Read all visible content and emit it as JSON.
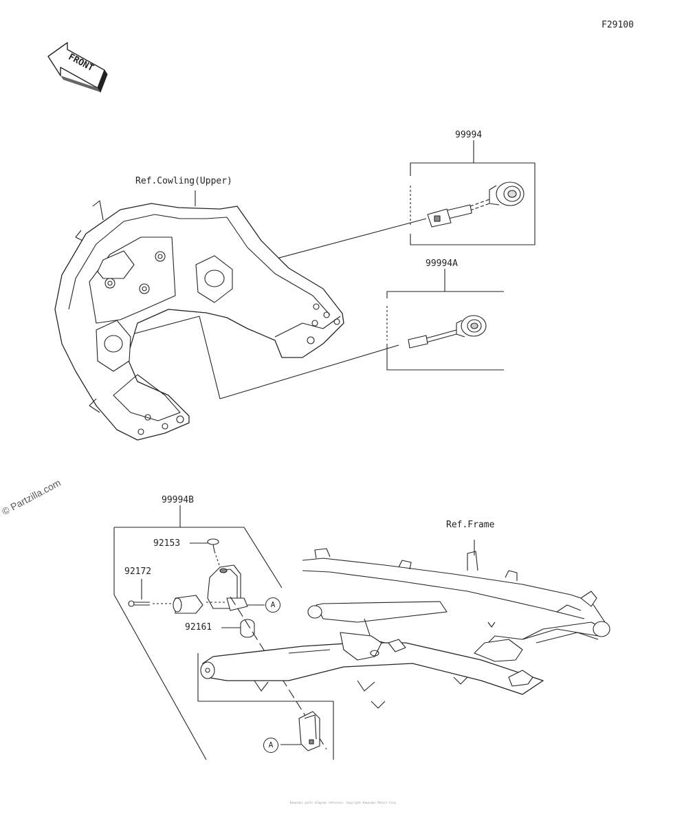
{
  "figure_code": "F29100",
  "front_label": "FRONT",
  "labels": {
    "part_99994": "99994",
    "part_99994A": "99994A",
    "part_99994B": "99994B",
    "part_92153": "92153",
    "part_92172": "92172",
    "part_92161": "92161",
    "ref_cowling": "Ref.Cowling(Upper)",
    "ref_frame": "Ref.Frame"
  },
  "callouts": {
    "a1": "A",
    "a2": "A"
  },
  "watermark": "© Partzilla.com",
  "footer_text": "Kawasaki parts diagram reference. Copyright Kawasaki Motors Corp."
}
